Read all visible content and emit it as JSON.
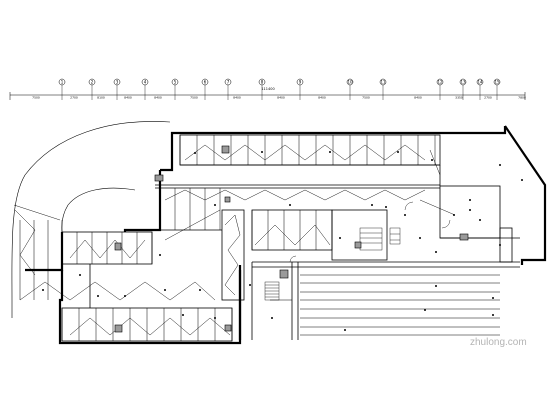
{
  "drawing": {
    "title": "",
    "axis_grid": {
      "labels": [
        "1",
        "2",
        "3",
        "4",
        "5",
        "6",
        "7",
        "8",
        "9",
        "10",
        "11",
        "12",
        "13",
        "14",
        "15"
      ]
    },
    "dimensions": {
      "segments": [
        "7500",
        "2700",
        "8100",
        "8400",
        "8400",
        "7500",
        "8400",
        "8400",
        "8400",
        "7500",
        "8400",
        "3350",
        "2700",
        "7800"
      ],
      "overall": "111400"
    }
  },
  "watermark": {
    "text": "zhulong.com",
    "color": "#b4b4b4"
  },
  "colors": {
    "line": "#000000",
    "background": "#ffffff"
  }
}
